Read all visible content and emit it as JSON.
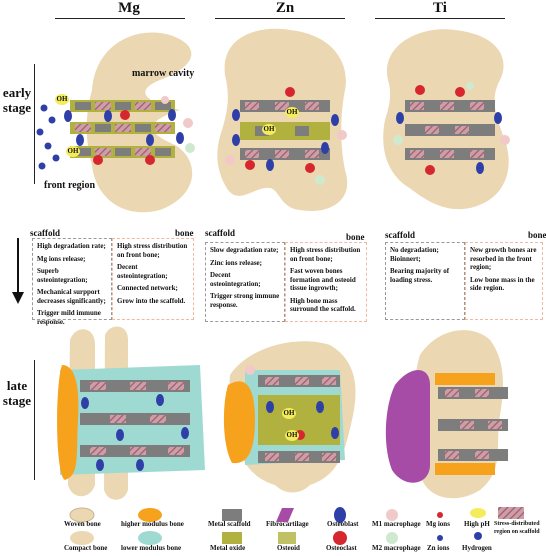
{
  "columns": [
    {
      "title": "Mg"
    },
    {
      "title": "Zn"
    },
    {
      "title": "Ti"
    }
  ],
  "stages": {
    "early": "early stage",
    "late": "late stage"
  },
  "labels": {
    "marrow_cavity": "marrow cavity",
    "front_region": "front region",
    "oh": "OH",
    "oh_minus": "-"
  },
  "table_headers": {
    "scaffold": "scaffold",
    "bone": "bone"
  },
  "mg_scaffold": [
    "High degradation rate;",
    "Mg ions release;",
    "Superb osteointegration;",
    "Mechanical surpport decreases significantly;",
    "Trigger mild immune response."
  ],
  "mg_bone": [
    "High stress distribution on front bone;",
    "Decent osteointegration;",
    "Connected network;",
    "Grow into the scaffold."
  ],
  "zn_scaffold": [
    "Slow degradation rate;",
    "Zinc ions release;",
    "Decent osteointegration;",
    "Trigger strong immune response."
  ],
  "zn_bone": [
    "High stress distribution on front bone;",
    "Fast woven bones formation and osteoid tissue ingrowth;",
    "High  bone mass surround the scaffold."
  ],
  "ti_scaffold": [
    "No degradation; Bioinnert;",
    "Bearing majority of loading stress."
  ],
  "ti_bone": [
    "New growth bones are resorbed in the front region;",
    "Low bone mass in the side region."
  ],
  "legend": {
    "woven_bone": "Woven bone",
    "compact_bone": "Compact bone",
    "higher_modulus": "higher modulus bone",
    "lower_modulus": "lower modulus bone",
    "metal_scaffold": "Metal scaffold",
    "metal_oxide": "Metal oxide",
    "fibrocartilage": "Fibrocartilage",
    "osteoid": "Osteoid",
    "osteoblast": "Osteoblast",
    "osteoclast": "Osteoclast",
    "m1": "M1 macrophage",
    "m2": "M2 macrophage",
    "mg_ions": "Mg ions",
    "zn_ions": "Zn ions",
    "high_ph": "High pH",
    "hydrogen": "Hydrogen",
    "stress": "Stress-distributed region on scaffold"
  },
  "colors": {
    "bone": "#ecd7b3",
    "scaffold": "#7d7d7d",
    "higher_modulus": "#f6a21c",
    "lower_modulus": "#9fdad2",
    "oxide": "#b0b13e",
    "fibro": "#a64ca6",
    "osteoblast": "#2f3fa8",
    "osteoclast": "#d6262e",
    "stress": "#a8586a"
  }
}
